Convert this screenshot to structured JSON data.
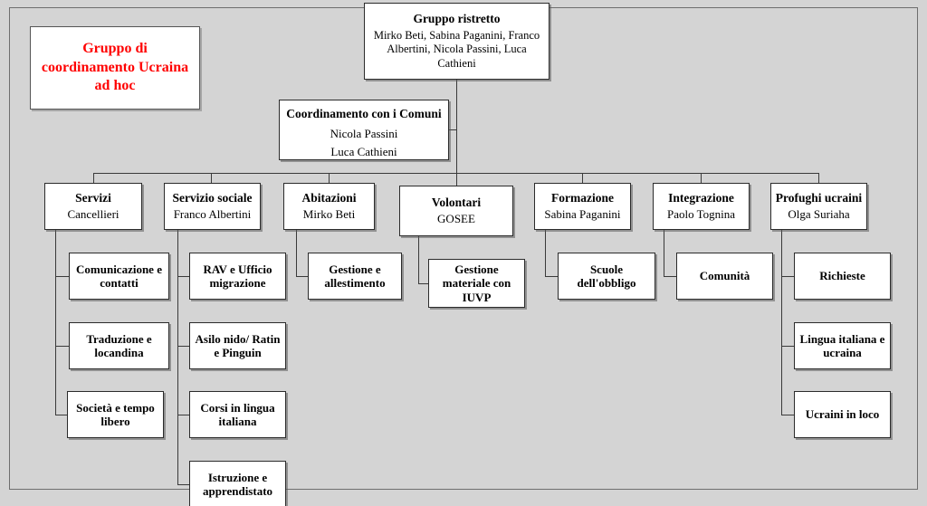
{
  "document": {
    "type": "organizational-chart",
    "language": "it",
    "background_color": "#d4d4d4",
    "frame_color": "#6e6e6e",
    "accent_color": "#ff0000"
  },
  "highlight_box": {
    "label": "Gruppo di coordinamento Ucraina ad hoc"
  },
  "root": {
    "title": "Gruppo ristretto",
    "members": "Mirko Beti, Sabina Paganini, Franco Albertini, Nicola Passini, Luca Cathieni"
  },
  "coordination": {
    "title": "Coordinamento con i Comuni",
    "member1": "Nicola Passini",
    "member2": "Luca Cathieni"
  },
  "departments": [
    {
      "title": "Servizi",
      "lead": "Cancellieri",
      "children": [
        {
          "label": "Comunicazione e contatti"
        },
        {
          "label": "Traduzione e locandina"
        },
        {
          "label": "Società e tempo libero"
        }
      ]
    },
    {
      "title": "Servizio sociale",
      "lead": "Franco Albertini",
      "children": [
        {
          "label": "RAV e Ufficio migrazione"
        },
        {
          "label": "Asilo nido/ Ratin e Pinguin"
        },
        {
          "label": "Corsi in lingua italiana"
        },
        {
          "label": "Istruzione e apprendistato"
        }
      ]
    },
    {
      "title": "Abitazioni",
      "lead": "Mirko Beti",
      "children": [
        {
          "label": "Gestione e allestimento"
        }
      ]
    },
    {
      "title": "Volontari",
      "lead": "GOSEE",
      "children": [
        {
          "label": "Gestione materiale con IUVP"
        }
      ]
    },
    {
      "title": "Formazione",
      "lead": "Sabina Paganini",
      "children": [
        {
          "label": "Scuole dell'obbligo"
        }
      ]
    },
    {
      "title": "Integrazione",
      "lead": "Paolo Tognina",
      "children": [
        {
          "label": "Comunità"
        }
      ]
    },
    {
      "title": "Profughi ucraini",
      "lead": "Olga Suriaha",
      "children": [
        {
          "label": "Richieste"
        },
        {
          "label": "Lingua italiana e ucraina"
        },
        {
          "label": "Ucraini in loco"
        }
      ]
    }
  ]
}
